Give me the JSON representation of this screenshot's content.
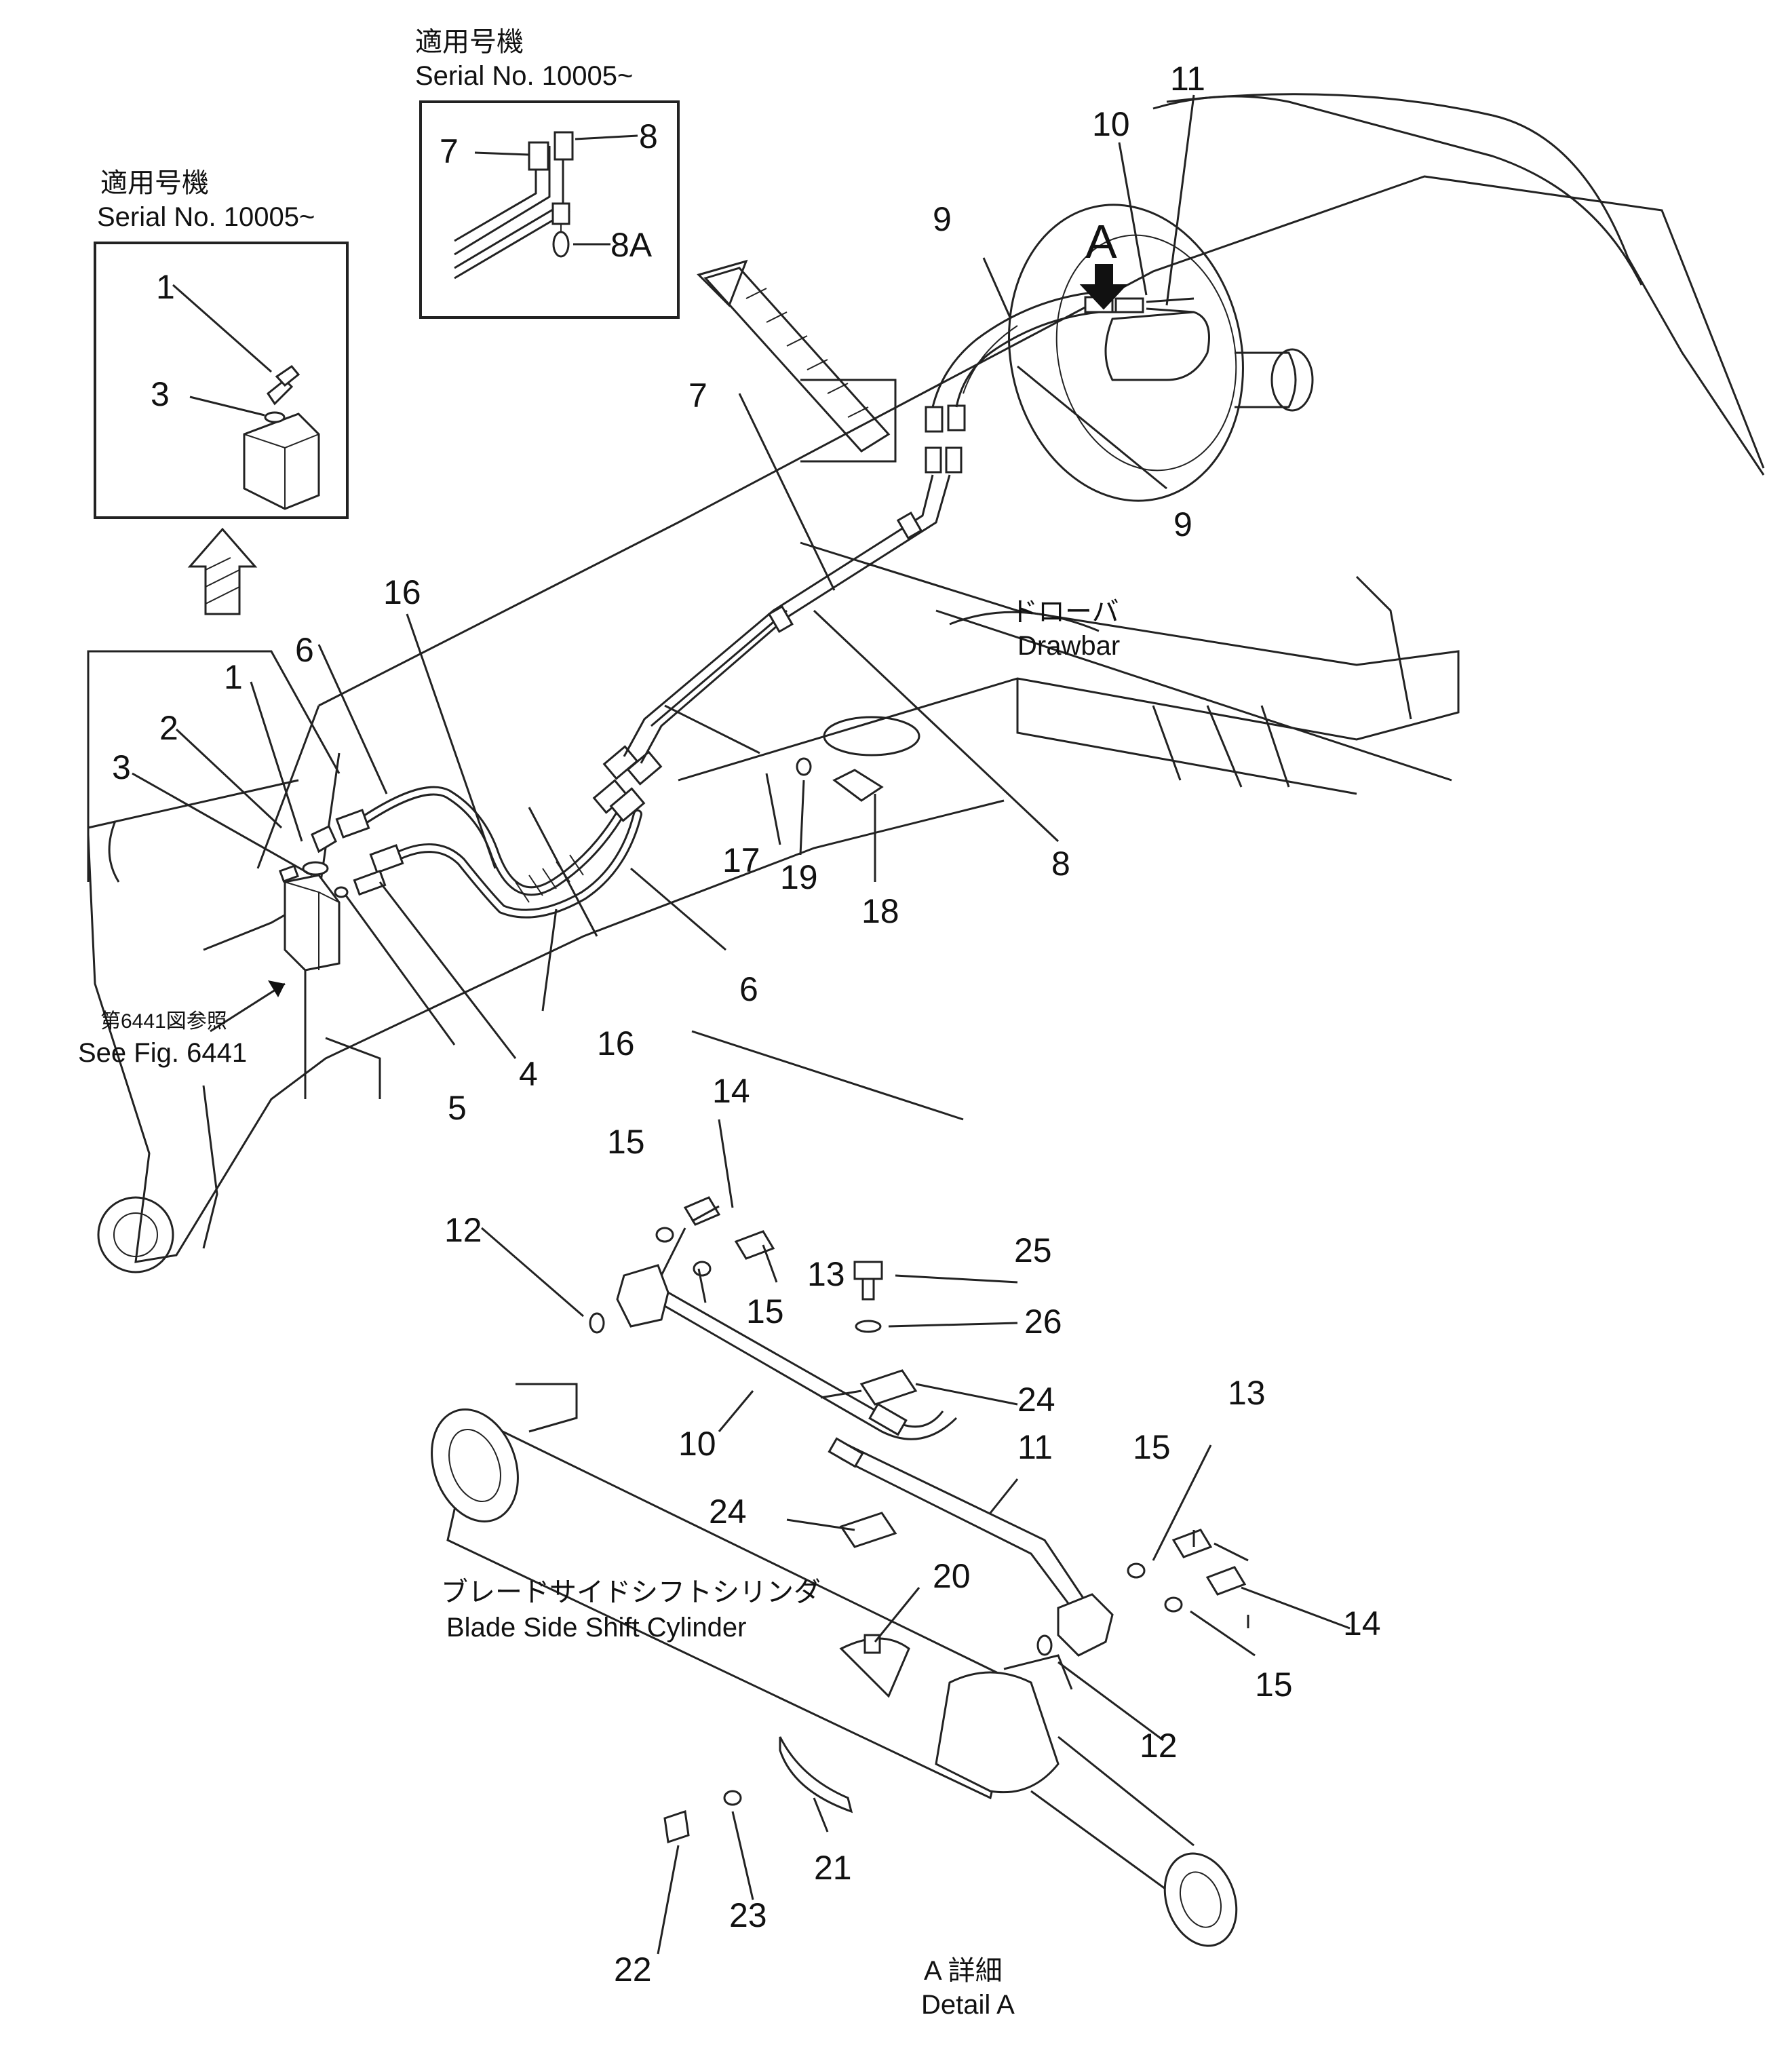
{
  "insets": {
    "top": {
      "jp": "適用号機",
      "serial": "Serial No. 10005~"
    },
    "left": {
      "jp": "適用号機",
      "serial": "Serial No. 10005~"
    }
  },
  "captions": {
    "drawbar_jp": "ドローバ",
    "drawbar_en": "Drawbar",
    "see_fig_jp": "第6441図参照",
    "see_fig_en": "See Fig. 6441",
    "cylinder_jp": "ブレードサイドシフトシリンダ",
    "cylinder_en": "Blade Side Shift Cylinder",
    "detail_jp": "A 詳細",
    "detail_en": "Detail A",
    "view_marker": "A"
  },
  "callouts": {
    "top_inset": [
      "7",
      "8",
      "8A"
    ],
    "left_inset": [
      "1",
      "3"
    ],
    "main": [
      "1",
      "2",
      "3",
      "4",
      "5",
      "6",
      "6",
      "7",
      "8",
      "9",
      "9",
      "10",
      "11",
      "16",
      "16",
      "17",
      "18",
      "19"
    ],
    "detail": [
      "10",
      "11",
      "12",
      "12",
      "13",
      "13",
      "14",
      "14",
      "15",
      "15",
      "15",
      "15",
      "20",
      "21",
      "22",
      "23",
      "24",
      "24",
      "25",
      "26"
    ]
  }
}
